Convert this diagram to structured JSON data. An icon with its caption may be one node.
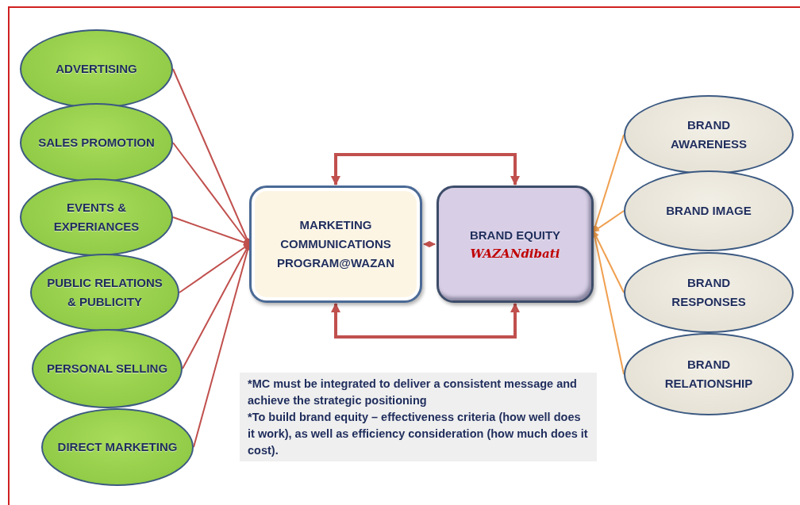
{
  "diagram": {
    "nodes": [
      {
        "text": [
          "ADVERTISING"
        ]
      },
      {
        "text": [
          "SALES PROMOTION"
        ]
      },
      {
        "text": [
          "EVENTS & EXPERIANCES"
        ]
      },
      {
        "text": [
          "PUBLIC RELATIONS & PUBLICITY"
        ]
      },
      {
        "text": [
          "PERSONAL SELLING"
        ]
      },
      {
        "text": [
          "DIRECT MARKETING"
        ]
      },
      {
        "text": [
          "MARKETING COMMUNICATIONS PROGRAM@WAZAN"
        ]
      },
      {
        "text": [
          "BRAND EQUITY",
          "WAZANdibati"
        ]
      },
      {
        "text": [
          "BRAND AWARENESS"
        ]
      },
      {
        "text": [
          "BRAND IMAGE"
        ]
      },
      {
        "text": [
          "BRAND RESPONSES"
        ]
      },
      {
        "text": [
          "BRAND RELATIONSHIP"
        ]
      },
      {
        "text": [
          "*MC must be integrated to deliver a consistent message and achieve the strategic positioning",
          "*To build brand equity – effectiveness criteria (how well does it work), as well as efficiency  consideration (how much does it cost)."
        ]
      }
    ],
    "edges": [
      {
        "from": 0,
        "to": 6,
        "arrow": "to"
      },
      {
        "from": 1,
        "to": 6,
        "arrow": "to"
      },
      {
        "from": 2,
        "to": 6,
        "arrow": "to"
      },
      {
        "from": 3,
        "to": 6,
        "arrow": "to"
      },
      {
        "from": 4,
        "to": 6,
        "arrow": "to"
      },
      {
        "from": 5,
        "to": 6,
        "arrow": "to"
      },
      {
        "from": 6,
        "to": 7,
        "arrow": "both"
      },
      {
        "from": 6,
        "to": 7,
        "arrow": "both",
        "style": "thick"
      },
      {
        "from": 6,
        "to": 7,
        "arrow": "both",
        "style": "thick"
      },
      {
        "from": 8,
        "to": 7,
        "arrow": "to",
        "color": "#f0a050"
      },
      {
        "from": 9,
        "to": 7,
        "arrow": "to",
        "color": "#f0a050"
      },
      {
        "from": 10,
        "to": 7,
        "arrow": "to",
        "color": "#f0a050"
      },
      {
        "from": 11,
        "to": 7,
        "arrow": "to",
        "color": "#f0a050"
      }
    ]
  }
}
